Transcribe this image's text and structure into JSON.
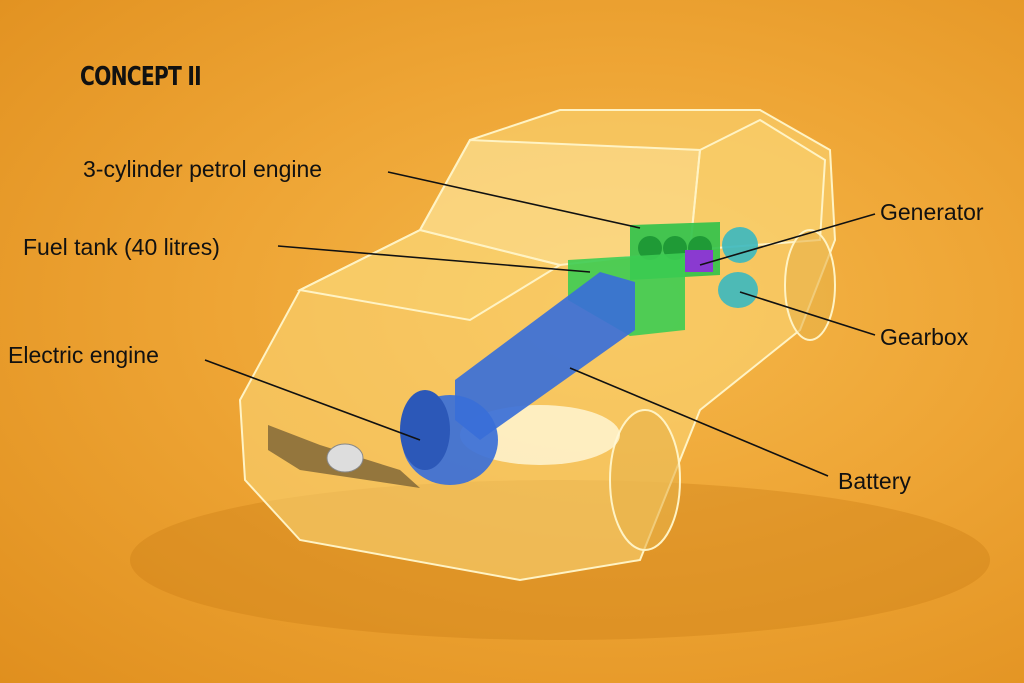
{
  "title": "CONCEPT II",
  "labels": {
    "petrol_engine": "3-cylinder petrol engine",
    "fuel_tank": "Fuel tank (40 litres)",
    "electric_engine": "Electric engine",
    "generator": "Generator",
    "gearbox": "Gearbox",
    "battery": "Battery"
  },
  "colors": {
    "background": "#eea535",
    "engine": "#2fc24a",
    "battery": "#3a6fd8",
    "generator": "#8a3ad0",
    "gearbox": "#3ab8c0"
  }
}
